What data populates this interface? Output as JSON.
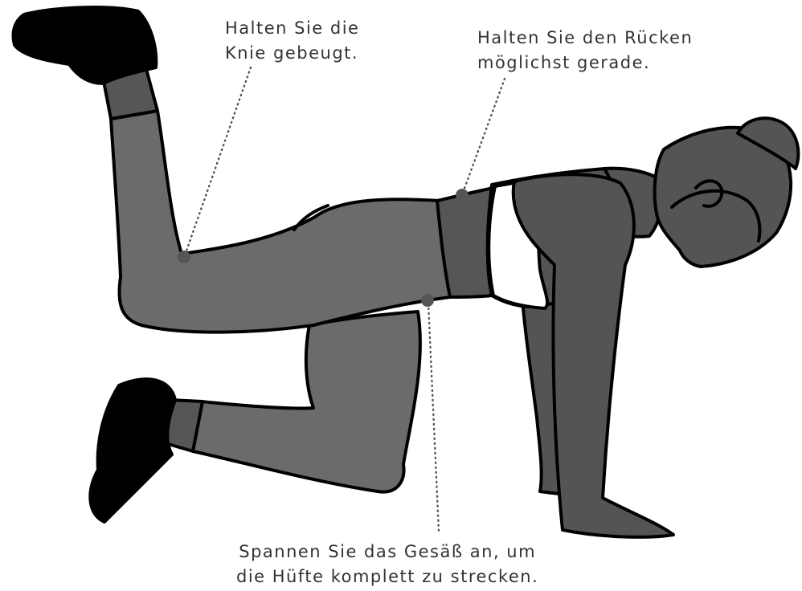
{
  "annotations": {
    "knees": {
      "lines": [
        "Halten Sie die",
        "Knie gebeugt."
      ]
    },
    "back": {
      "lines": [
        "Halten Sie den Rücken",
        "möglichst gerade."
      ]
    },
    "glutes": {
      "lines": [
        "Spannen Sie das Gesäß an, um",
        "die Hüfte komplett zu strecken."
      ]
    }
  },
  "colors": {
    "text": "#333333",
    "leggings": "#6b6b6b",
    "leggings_dark": "#565656",
    "skin": "#545454",
    "shoes": "#000000",
    "outline": "#000000",
    "marker": "#555555",
    "bra": "#ffffff"
  }
}
